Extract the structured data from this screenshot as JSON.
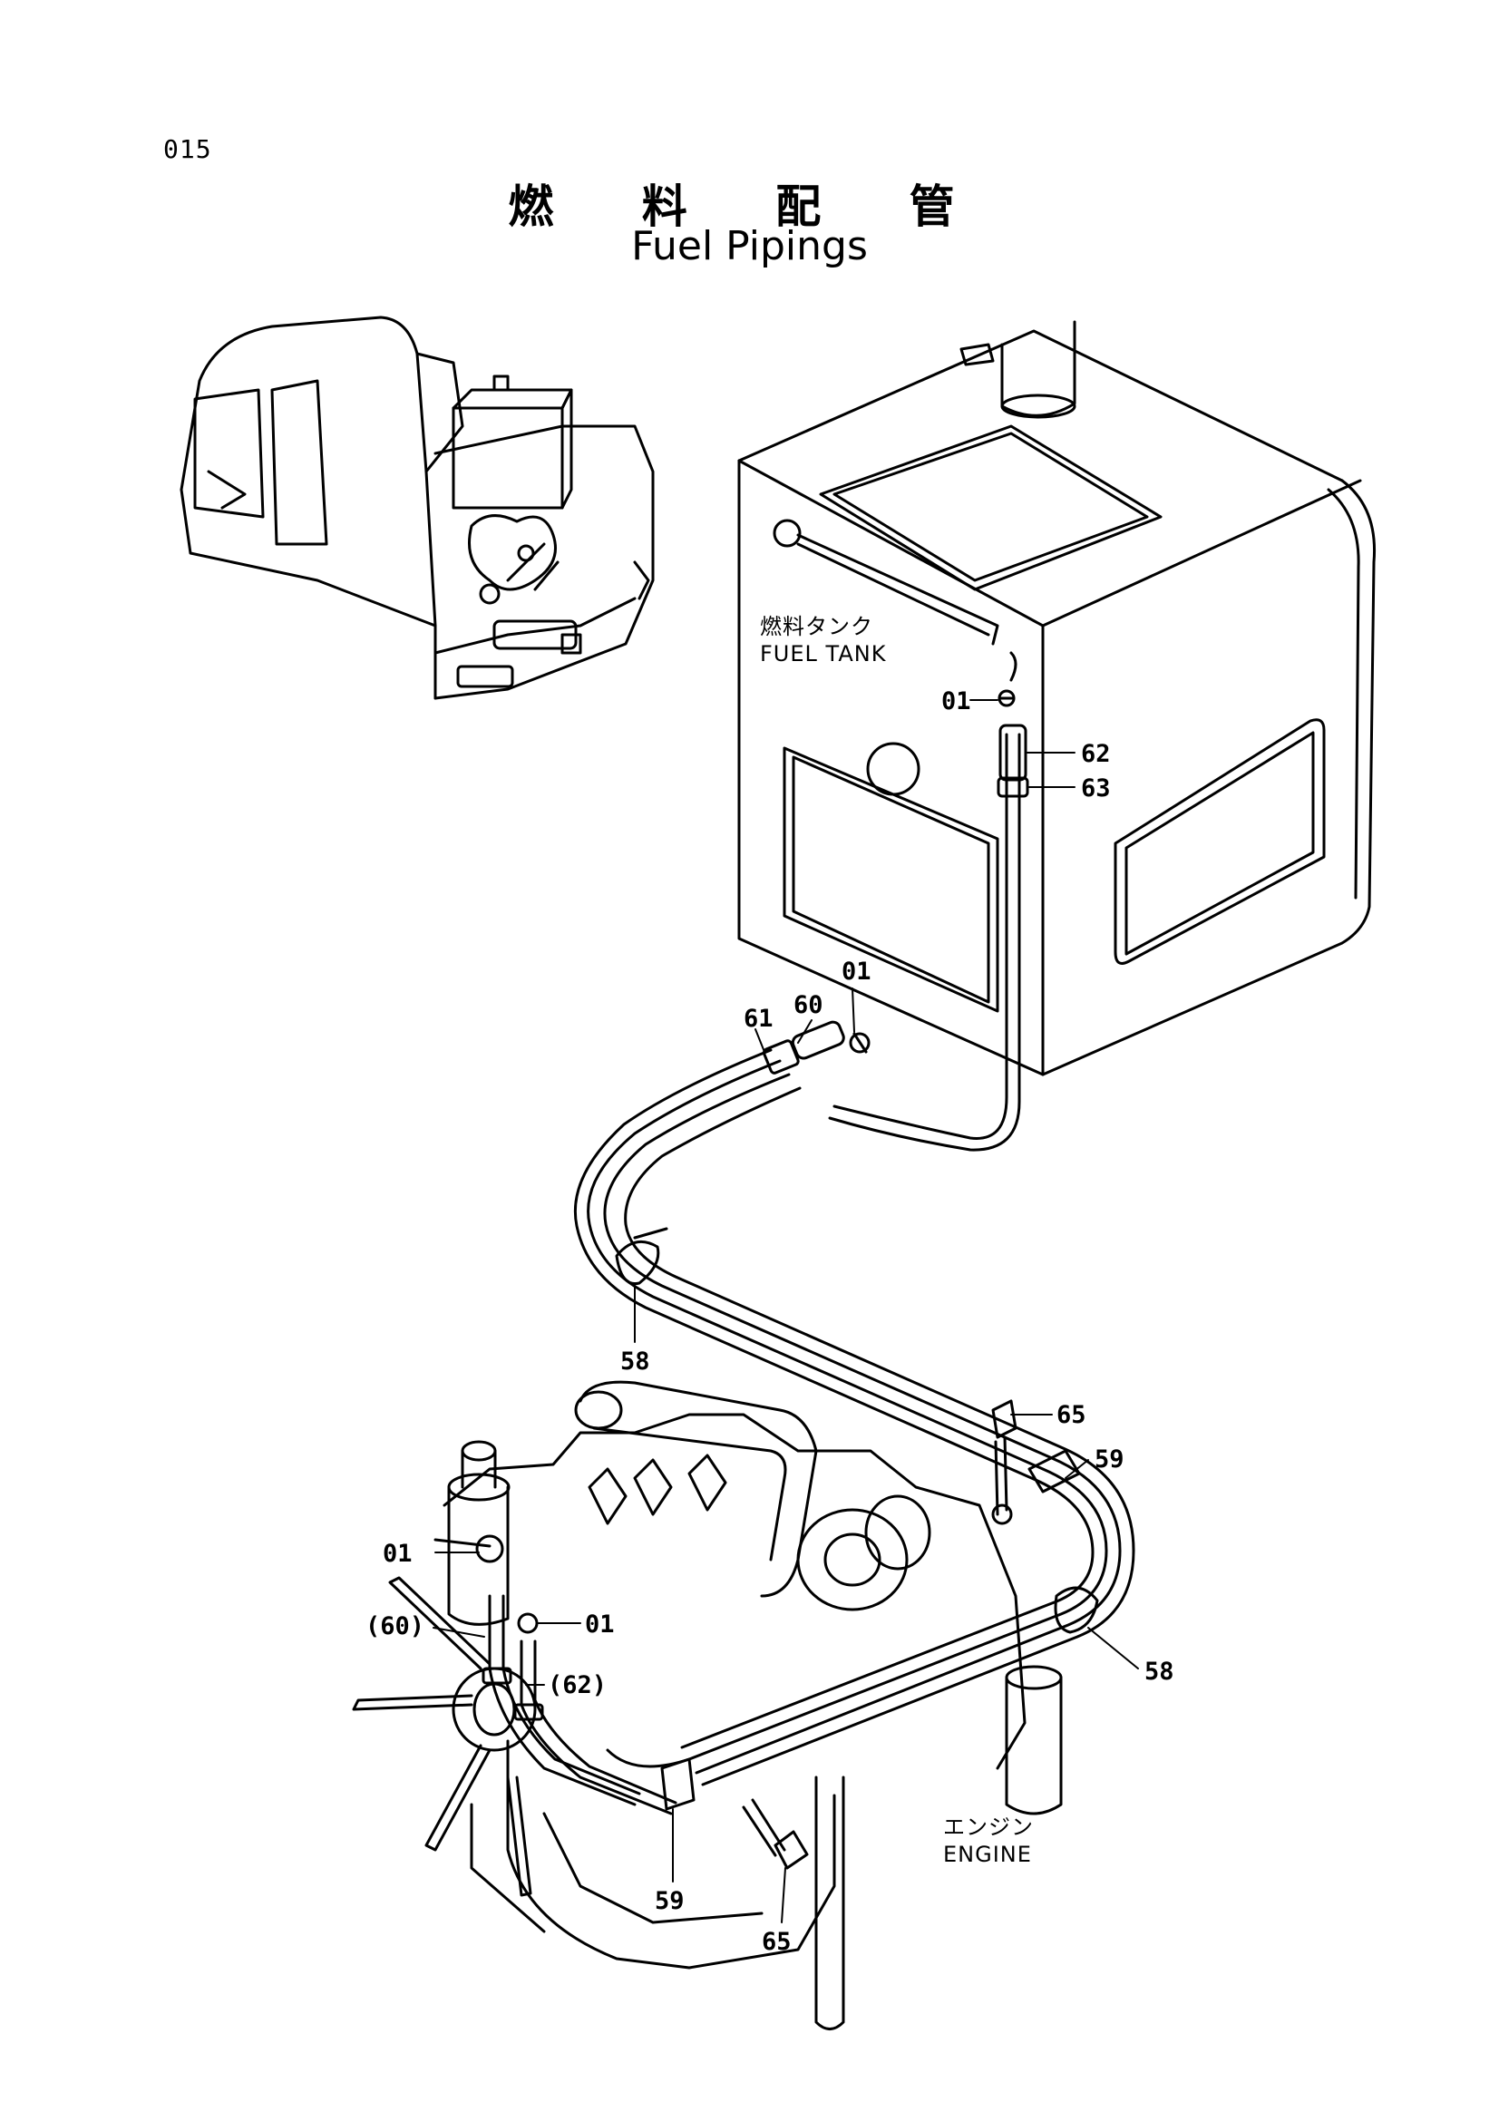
{
  "page": {
    "number": "015"
  },
  "title": {
    "japanese": "燃 料 配 管",
    "english": "Fuel Pipings"
  },
  "components": {
    "fuel_tank": {
      "label_jp": "燃料タンク",
      "label_en": "FUEL TANK"
    },
    "engine": {
      "label_jp": "エンジン",
      "label_en": "ENGINE"
    }
  },
  "callouts": {
    "c01_tank_top": "01",
    "c62_tank": "62",
    "c63_tank": "63",
    "c01_tank_bottom": "01",
    "c61": "61",
    "c60": "60",
    "c58_left": "58",
    "c65_top": "65",
    "c59_right": "59",
    "c01_engine_left": "01",
    "c60_paren": "(60)",
    "c01_engine_mid": "01",
    "c62_paren": "(62)",
    "c58_right": "58",
    "c59_bottom": "59",
    "c65_bottom": "65"
  }
}
